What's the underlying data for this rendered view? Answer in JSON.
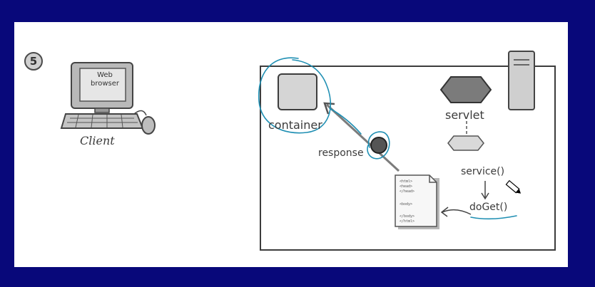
{
  "diagram": {
    "step_number": "5",
    "client_label": "Client",
    "screen_line1": "Web",
    "screen_line2": "browser",
    "container_label": "container",
    "servlet_label": "servlet",
    "response_label": "response",
    "service_label": "service()",
    "doget_label": "doGet()",
    "document_lines": [
      "<html>",
      "<head>",
      "</head>",
      "<body>",
      "</body>",
      "</html>"
    ]
  },
  "colors": {
    "background": "#08087a",
    "slide": "#ffffff",
    "annotation_ink": "#1f8fb3",
    "sketch_ink": "#4a4a4a"
  }
}
